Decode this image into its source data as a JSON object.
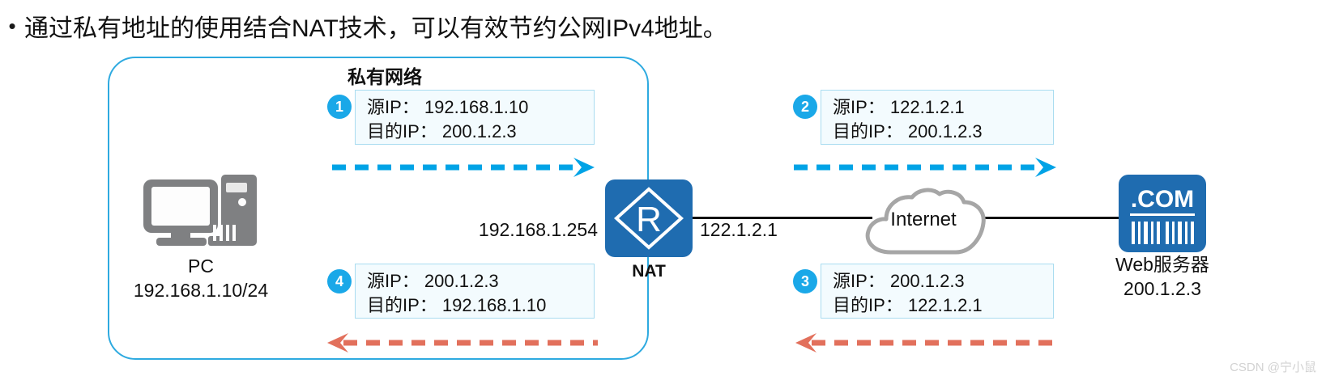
{
  "header": {
    "bullet": "•",
    "text": "通过私有地址的使用结合NAT技术，可以有效节约公网IPv4地址。"
  },
  "diagram": {
    "private_network": {
      "title": "私有网络",
      "border_color": "#2eaae0"
    },
    "nodes": {
      "pc": {
        "icon": "desktop-computer-icon",
        "name": "PC",
        "address": "192.168.1.10/24"
      },
      "router": {
        "icon": "router-icon",
        "glyph": "R",
        "name": "NAT",
        "interface_left": "192.168.1.254",
        "interface_right": "122.1.2.1",
        "color": "#1f6cb0"
      },
      "cloud": {
        "icon": "cloud-icon",
        "label": "Internet",
        "color": "#a6a6a6"
      },
      "server": {
        "icon": "web-server-icon",
        "badge": ".COM",
        "name": "Web服务器",
        "address": "200.1.2.3",
        "color": "#1f6cb0"
      }
    },
    "packets": [
      {
        "step": "1",
        "source_label": "源IP：",
        "source_value": "192.168.1.10",
        "dest_label": "目的IP：",
        "dest_value": "200.1.2.3",
        "direction": "right",
        "arrow_color": "#00a3e6"
      },
      {
        "step": "2",
        "source_label": "源IP：",
        "source_value": "122.1.2.1",
        "dest_label": "目的IP：",
        "dest_value": "200.1.2.3",
        "direction": "right",
        "arrow_color": "#00a3e6"
      },
      {
        "step": "3",
        "source_label": "源IP：",
        "source_value": "200.1.2.3",
        "dest_label": "目的IP：",
        "dest_value": "122.1.2.1",
        "direction": "left",
        "arrow_color": "#e2705c"
      },
      {
        "step": "4",
        "source_label": "源IP：",
        "source_value": "200.1.2.3",
        "dest_label": "目的IP：",
        "dest_value": "192.168.1.10",
        "direction": "left",
        "arrow_color": "#e2705c"
      }
    ]
  },
  "watermark": "CSDN @宁小鼠"
}
